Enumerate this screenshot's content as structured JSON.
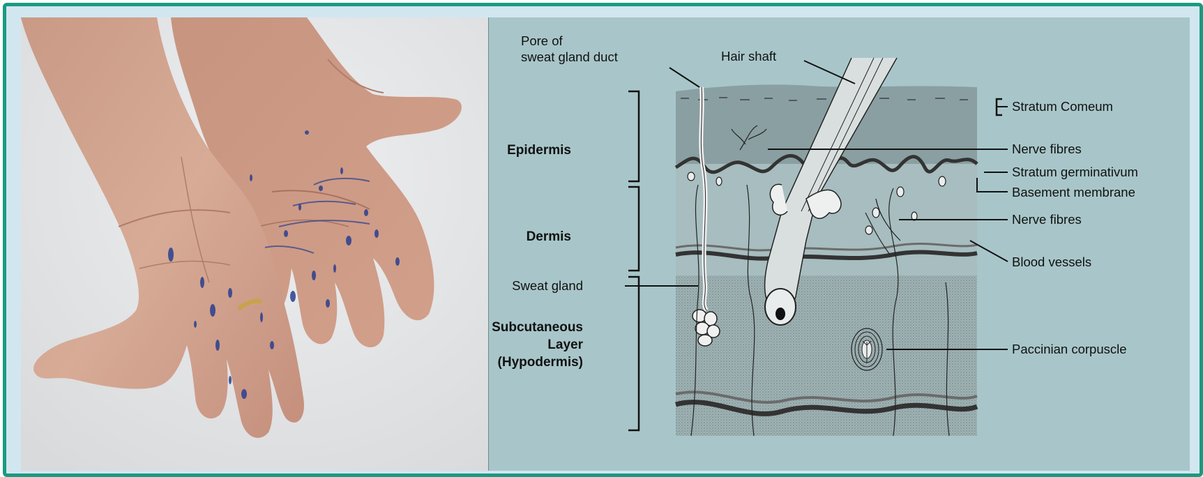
{
  "diagram": {
    "layers": {
      "epidermis": "Epidermis",
      "dermis": "Dermis",
      "subcutaneous_line1": "Subcutaneous",
      "subcutaneous_line2": "Layer",
      "subcutaneous_line3": "(Hypodermis)"
    },
    "labels": {
      "pore_line1": "Pore of",
      "pore_line2": "sweat gland duct",
      "hair_shaft": "Hair shaft",
      "sweat_gland": "Sweat gland",
      "stratum_corneum": "Stratum Comeum",
      "nerve_fibres_upper": "Nerve fibres",
      "stratum_germinativum": "Stratum germinativum",
      "basement_membrane": "Basement membrane",
      "nerve_fibres_lower": "Nerve fibres",
      "blood_vessels": "Blood vessels",
      "paccinian_corpuscle": "Paccinian corpuscle"
    }
  },
  "colors": {
    "frame_border": "#1a9a80",
    "frame_background": "#d2e6f0",
    "diagram_background": "#a8c6c9",
    "ink_stain": "#2a3f8f"
  }
}
